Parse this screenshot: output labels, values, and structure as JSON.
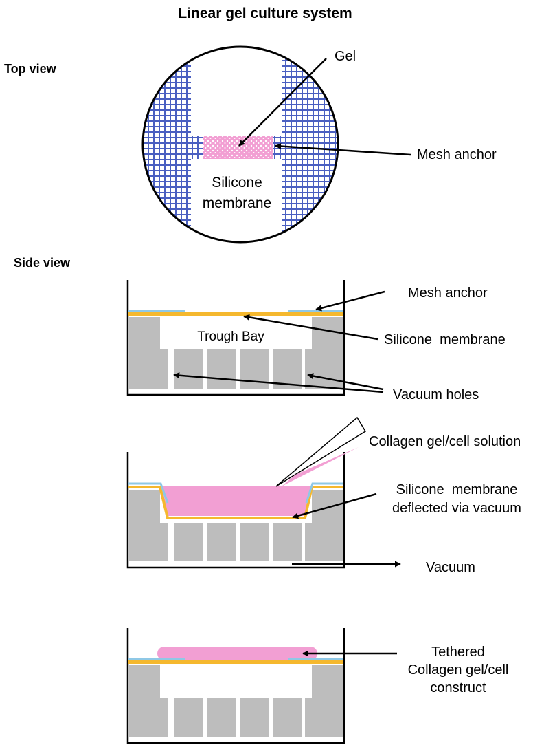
{
  "title": "Linear gel culture system",
  "top_view": {
    "heading": "Top view",
    "label_gel": "Gel",
    "label_mesh_anchor": "Mesh anchor",
    "label_membrane_line1": "Silicone",
    "label_membrane_line2": "membrane"
  },
  "side_view": {
    "heading": "Side view",
    "panel1": {
      "label_mesh_anchor": "Mesh anchor",
      "label_silicone_membrane": "Silicone  membrane",
      "label_vacuum_holes": "Vacuum holes",
      "label_trough_bay": "Trough Bay"
    },
    "panel2": {
      "label_collagen_solution": "Collagen gel/cell solution",
      "label_deflected_line1": "Silicone  membrane",
      "label_deflected_line2": "deflected via vacuum",
      "label_vacuum": "Vacuum"
    },
    "panel3": {
      "label_line1": "Tethered",
      "label_line2": "Collagen gel/cell",
      "label_line3": "construct"
    }
  },
  "colors": {
    "mesh": "#4a5fc1",
    "gel": "#f29fd3",
    "membrane": "#f5b82e",
    "anchor_strip": "#8fc8e6",
    "well_block": "#bdbdbd"
  }
}
